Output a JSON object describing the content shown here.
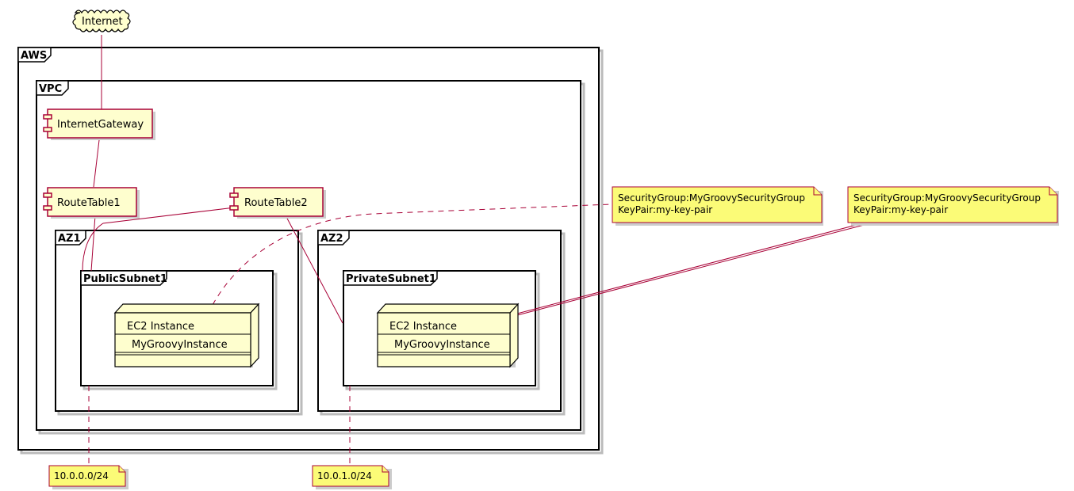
{
  "diagram": {
    "cloud": {
      "label": "Internet"
    },
    "frames": {
      "aws": "AWS",
      "vpc": "VPC",
      "az1": "AZ1",
      "az2": "AZ2",
      "public_subnet": "PublicSubnet1",
      "private_subnet": "PrivateSubnet1"
    },
    "components": {
      "internet_gateway": "InternetGateway",
      "route_table_1": "RouteTable1",
      "route_table_2": "RouteTable2"
    },
    "nodes": [
      {
        "type": "EC2 Instance",
        "name": "MyGroovyInstance"
      },
      {
        "type": "EC2 Instance",
        "name": "MyGroovyInstance"
      }
    ],
    "notes": {
      "public_cidr": "10.0.0.0/24",
      "private_cidr": "10.0.1.0/24",
      "sg_note_1": {
        "line1": "SecurityGroup:MyGroovySecurityGroup",
        "line2": "KeyPair:my-key-pair"
      },
      "sg_note_2": {
        "line1": "SecurityGroup:MyGroovySecurityGroup",
        "line2": "KeyPair:my-key-pair"
      }
    },
    "colors": {
      "component_fill": "#FEFECE",
      "component_border": "#A80036",
      "note_fill": "#FBFB77",
      "link": "#A80036"
    }
  }
}
